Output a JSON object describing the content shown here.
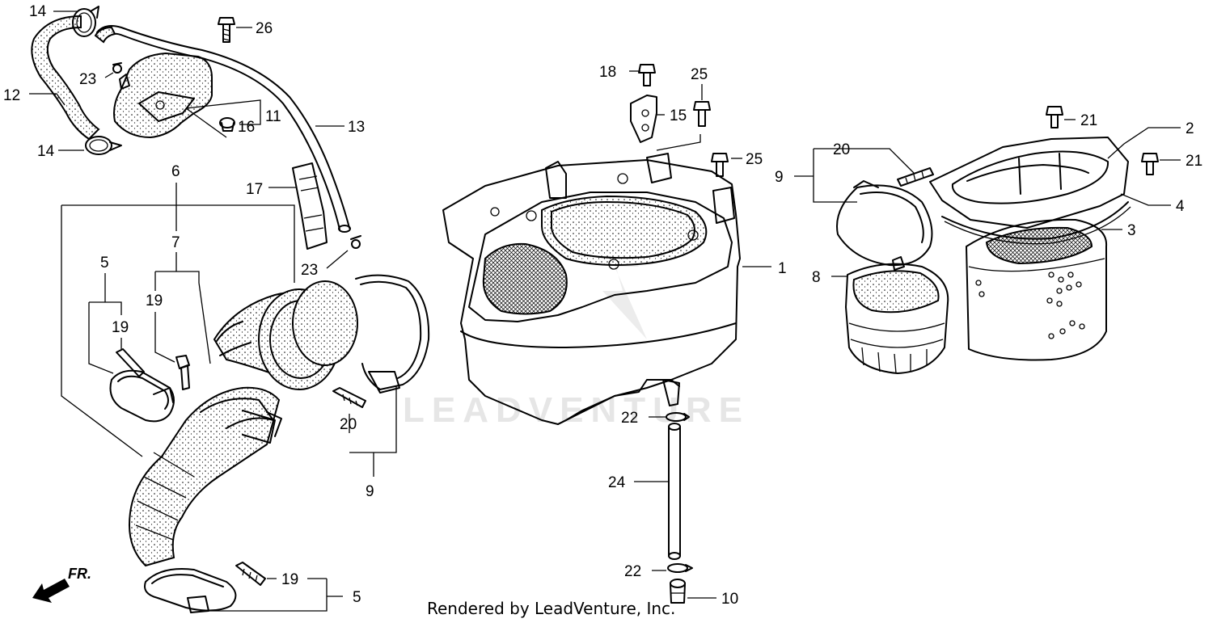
{
  "watermark": "LEADVENTURE",
  "credit": "Rendered by LeadVenture, Inc.",
  "direction_label": "FR.",
  "callouts": {
    "c14a": "14",
    "c26": "26",
    "c23a": "23",
    "c12": "12",
    "c11": "11",
    "c16": "16",
    "c13": "13",
    "c14b": "14",
    "c6": "6",
    "c17": "17",
    "c7": "7",
    "c5a": "5",
    "c19a": "19",
    "c19b": "19",
    "c23b": "23",
    "c20a": "20",
    "c9a": "9",
    "c19c": "19",
    "c5b": "5",
    "c18": "18",
    "c25a": "25",
    "c15": "15",
    "c25b": "25",
    "c1": "1",
    "c22a": "22",
    "c24": "24",
    "c22b": "22",
    "c10": "10",
    "c20b": "20",
    "c9b": "9",
    "c8": "8",
    "c21a": "21",
    "c2": "2",
    "c21b": "21",
    "c4": "4",
    "c3": "3"
  }
}
